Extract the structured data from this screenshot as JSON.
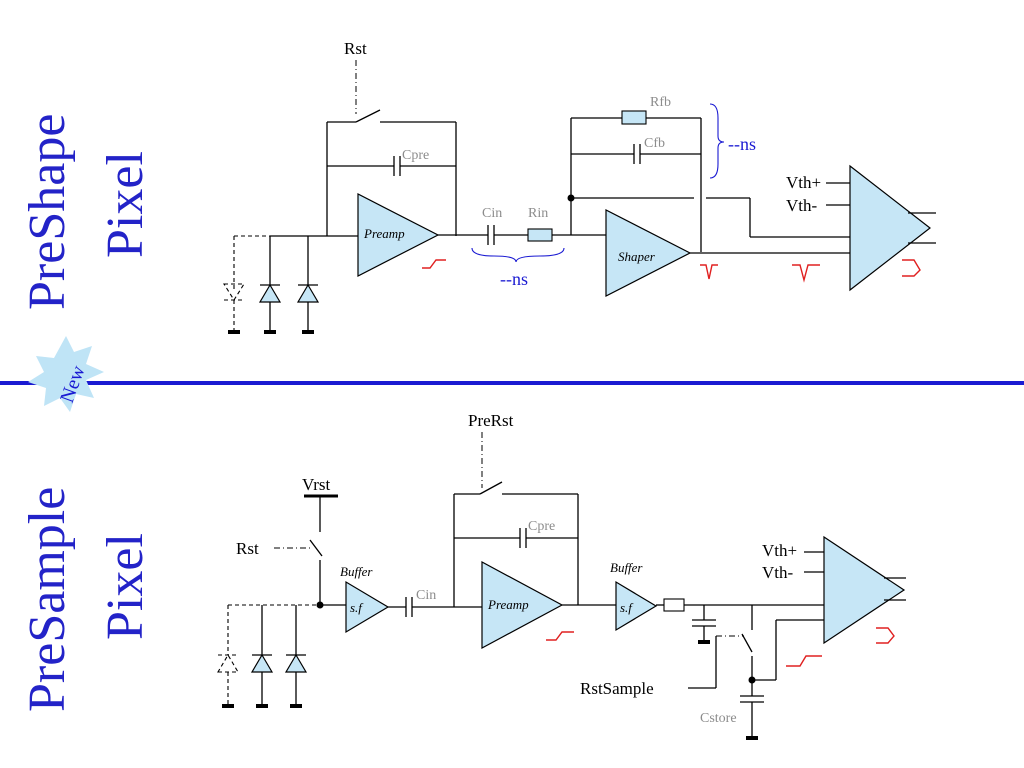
{
  "titles": {
    "top_line1": "PreShape",
    "top_line2": "Pixel",
    "bottom_line1": "PreSample",
    "bottom_line2": "Pixel"
  },
  "badge": {
    "text": "New",
    "color": "#bfe4f6"
  },
  "colors": {
    "title": "#2323c8",
    "divider": "#1a1ad2",
    "amplifier_fill": "#c6e6f6",
    "signal": "#e02020",
    "component_label": "#8c8c8c"
  },
  "top_circuit": {
    "rst": "Rst",
    "cpre": "Cpre",
    "preamp": "Preamp",
    "cin": "Cin",
    "rin": "Rin",
    "input_time": "--ns",
    "rfb": "Rfb",
    "cfb": "Cfb",
    "feedback_time": "--ns",
    "shaper": "Shaper",
    "vth_plus": "Vth+",
    "vth_minus": "Vth-"
  },
  "bottom_circuit": {
    "prerst": "PreRst",
    "vrst": "Vrst",
    "rst": "Rst",
    "buffer1": "Buffer",
    "sf1": "s.f",
    "cin": "Cin",
    "preamp": "Preamp",
    "cpre": "Cpre",
    "buffer2": "Buffer",
    "sf2": "s.f",
    "vth_plus": "Vth+",
    "vth_minus": "Vth-",
    "rstsample": "RstSample",
    "cstore": "Cstore"
  }
}
